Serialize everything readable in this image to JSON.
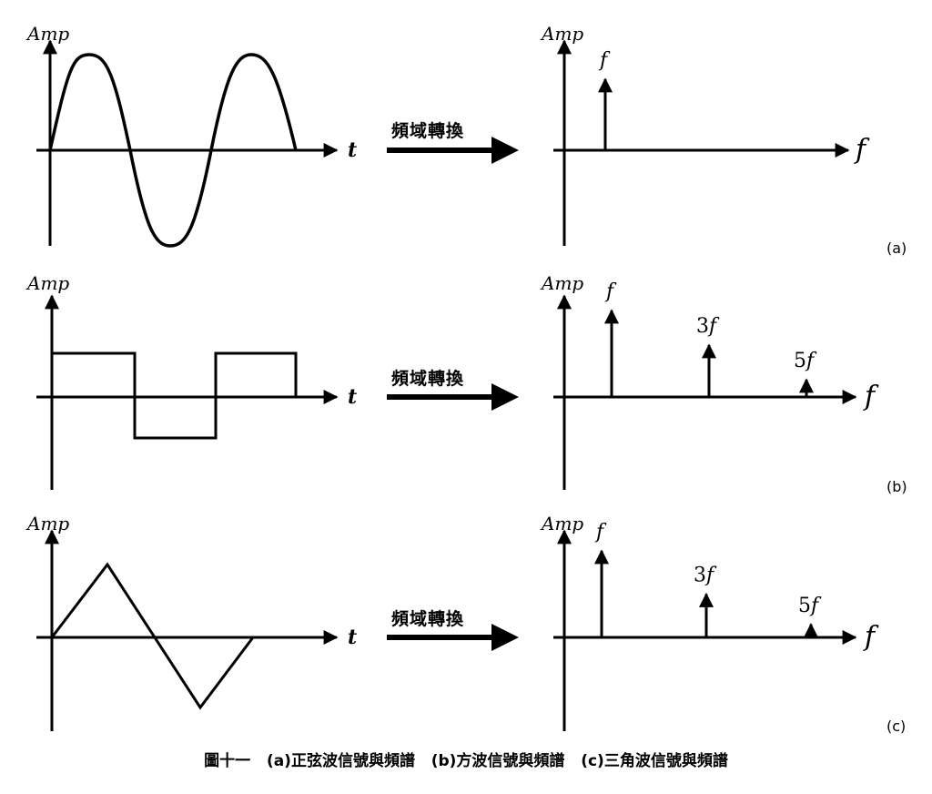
{
  "axis_label_amp": "Amp",
  "time_axis_label": "t",
  "freq_axis_label": "f",
  "transform_label": "頻域轉換",
  "panels": [
    {
      "tag": "(a)",
      "waveform": "sine",
      "spectrum": [
        {
          "harmonic": 1,
          "coef": "",
          "relative_amplitude": 1.0
        }
      ]
    },
    {
      "tag": "(b)",
      "waveform": "square",
      "spectrum": [
        {
          "harmonic": 1,
          "coef": "",
          "relative_amplitude": 1.0
        },
        {
          "harmonic": 3,
          "coef": "3",
          "relative_amplitude": 0.6
        },
        {
          "harmonic": 5,
          "coef": "5",
          "relative_amplitude": 0.2
        }
      ]
    },
    {
      "tag": "(c)",
      "waveform": "triangle",
      "spectrum": [
        {
          "harmonic": 1,
          "coef": "",
          "relative_amplitude": 1.0
        },
        {
          "harmonic": 3,
          "coef": "3",
          "relative_amplitude": 0.5
        },
        {
          "harmonic": 5,
          "coef": "5",
          "relative_amplitude": 0.15
        }
      ]
    }
  ],
  "caption": {
    "figure_no": "圖十一",
    "part_a": "(a)正弦波信號與頻譜",
    "part_b": "(b)方波信號與頻譜",
    "part_c": "(c)三角波信號與頻譜"
  }
}
